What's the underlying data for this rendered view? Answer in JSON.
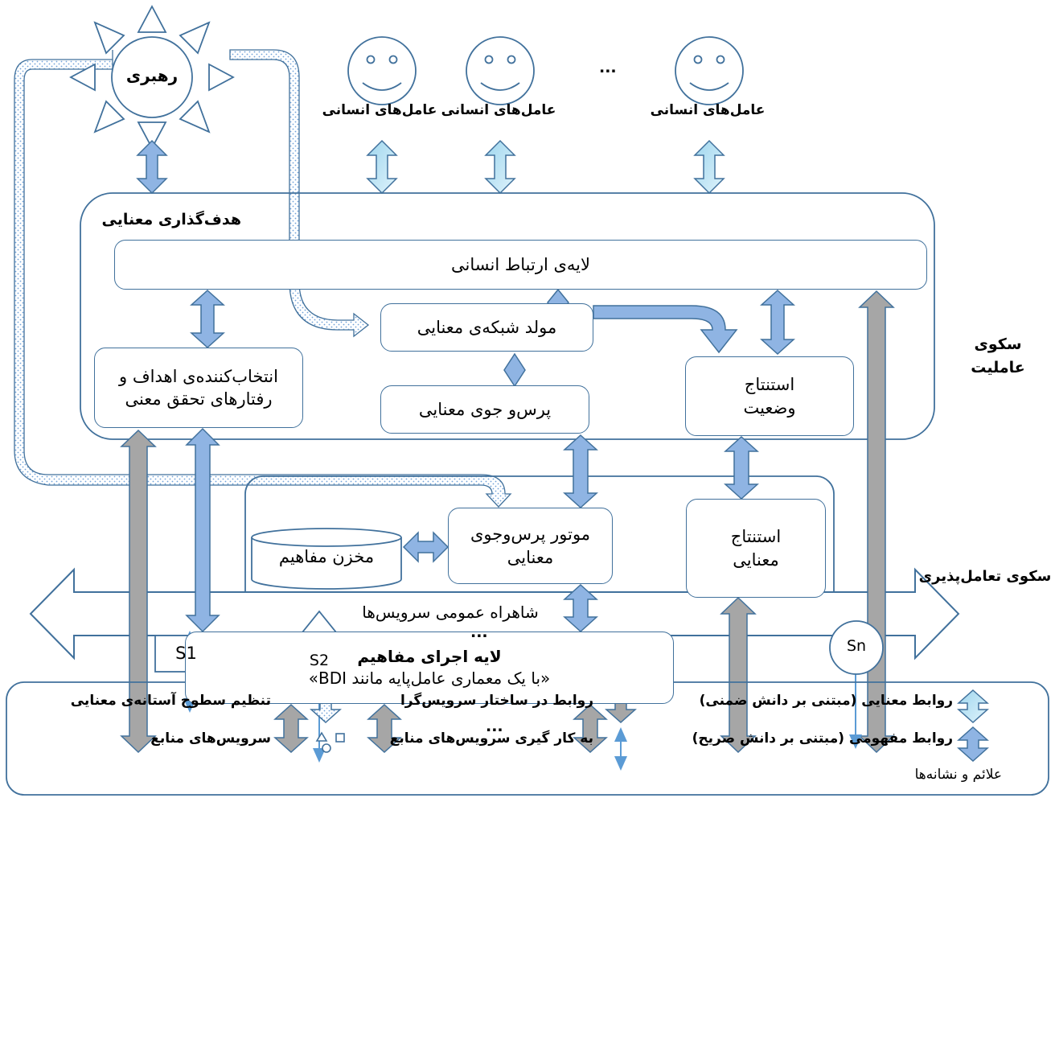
{
  "leader": {
    "label": "رهبری"
  },
  "human_agents": [
    {
      "label": "عامل‌های انسانی"
    },
    {
      "label": "عامل‌های انسانی"
    },
    {
      "label": "عامل‌های انسانی"
    }
  ],
  "agents_ellipsis": "...",
  "platforms": {
    "agency": "سکوی\nعاملیت",
    "interoperability": "سکوی تعامل‌پذیری"
  },
  "semantic_goal_setting": "هدف‌گذاری معنایی",
  "human_interface_layer": "لایه‌ی ارتباط انسانی",
  "semantic_network_generator": "مولد شبکه‌ی معنایی",
  "goal_behavior_selector": "انتخاب‌کننده‌ی اهداف و رفتارهای تحقق معنی",
  "semantic_query": "پرس‌و جوی معنایی",
  "situation_inference": "استنتاج وضعیت",
  "semantic_query_engine": "موتور پرس‌وجوی معنایی",
  "concept_store": "مخزن مفاهیم",
  "semantic_inference": "استنتاج معنایی",
  "concept_execution_layer": {
    "title": "لایه اجرای مفاهیم",
    "subtitle": "«با یک معماری عامل‌پایه مانند BDI»"
  },
  "middle_ellipsis": "...",
  "service_bus": "شاهراه عمومی سرویس‌ها",
  "services": {
    "s1": "S1",
    "s2": "S2",
    "sn": "Sn",
    "ellipsis": "..."
  },
  "legend": {
    "title": "علائم و نشانه‌ها",
    "semantic_relations": "روابط معنایی (مبتنی بر دانش ضمنی)",
    "conceptual_relations": "روابط مفهومی (مبتنی بر دانش صریح)",
    "service_structure_relations": "روابط در ساختار سرویس‌گرا",
    "resource_service_usage": "به کار گیری سرویس‌های منابع",
    "threshold_levels": "تنظیم سطوح آستانه‌ی معنایی",
    "resource_services": "سرویس‌های منابع"
  },
  "colors": {
    "border": "#41719c",
    "conceptual_fill": "#8fb4e3",
    "semantic_fill": "#b8e2f2",
    "structure_fill": "#a6a6a6",
    "thin_line": "#5b9bd5"
  }
}
